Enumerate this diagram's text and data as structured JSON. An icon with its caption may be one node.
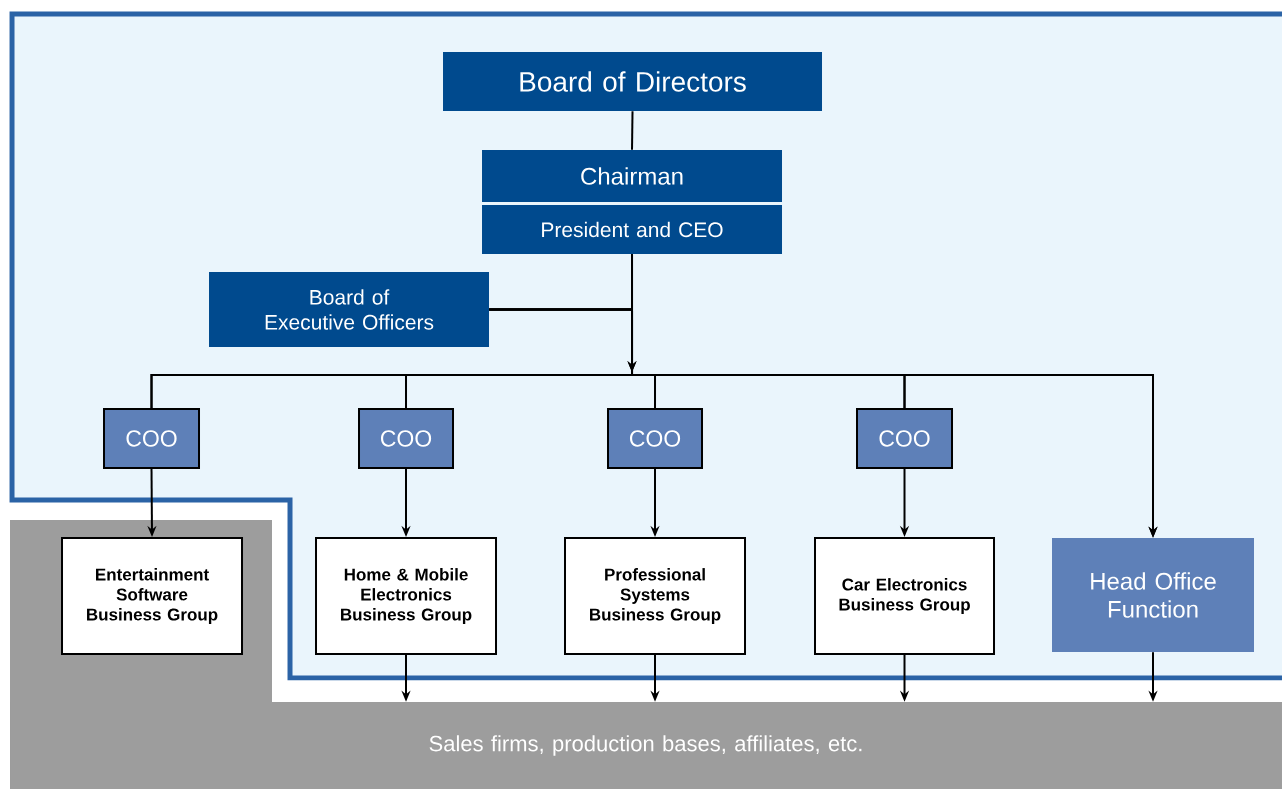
{
  "diagram": {
    "nodes": [
      {
        "text": [
          "Board of Directors"
        ]
      },
      {
        "text": [
          "Chairman"
        ]
      },
      {
        "text": [
          "President and  CEO"
        ]
      },
      {
        "text": [
          "Board of Executive Officers"
        ]
      },
      {
        "text": [
          "COO"
        ]
      },
      {
        "text": [
          "COO"
        ]
      },
      {
        "text": [
          "COO"
        ]
      },
      {
        "text": [
          "COO"
        ]
      },
      {
        "text": [
          "Entertainment Software Business Group"
        ]
      },
      {
        "text": [
          "Home & Mobile Electronics Business Group"
        ]
      },
      {
        "text": [
          "Professional Systems Business Group"
        ]
      },
      {
        "text": [
          "Car Electronics Business Group"
        ]
      },
      {
        "text": [
          "Head Office Function"
        ]
      },
      {
        "text": [
          "Sales firms, production bases, affiliates, etc."
        ]
      }
    ],
    "edges": [
      {
        "from": 0,
        "to": 1,
        "arrow": "none"
      },
      {
        "from": 2,
        "to": 4,
        "arrow": "none"
      },
      {
        "from": 2,
        "to": 5,
        "arrow": "none"
      },
      {
        "from": 2,
        "to": 6,
        "arrow": "none"
      },
      {
        "from": 2,
        "to": 7,
        "arrow": "none"
      },
      {
        "from": 2,
        "to": 12,
        "arrow": "to"
      },
      {
        "from": 3,
        "to": 4,
        "arrow": "none"
      },
      {
        "from": 3,
        "to": 5,
        "arrow": "none"
      },
      {
        "from": 3,
        "to": 6,
        "arrow": "none"
      },
      {
        "from": 3,
        "to": 7,
        "arrow": "none"
      },
      {
        "from": 3,
        "to": 12,
        "arrow": "to"
      },
      {
        "from": 4,
        "to": 8,
        "arrow": "to"
      },
      {
        "from": 5,
        "to": 9,
        "arrow": "to"
      },
      {
        "from": 6,
        "to": 10,
        "arrow": "to"
      },
      {
        "from": 7,
        "to": 11,
        "arrow": "to"
      },
      {
        "from": 9,
        "to": 13,
        "arrow": "to"
      },
      {
        "from": 10,
        "to": 13,
        "arrow": "to"
      },
      {
        "from": 11,
        "to": 13,
        "arrow": "to"
      },
      {
        "from": 12,
        "to": 13,
        "arrow": "to"
      }
    ]
  }
}
